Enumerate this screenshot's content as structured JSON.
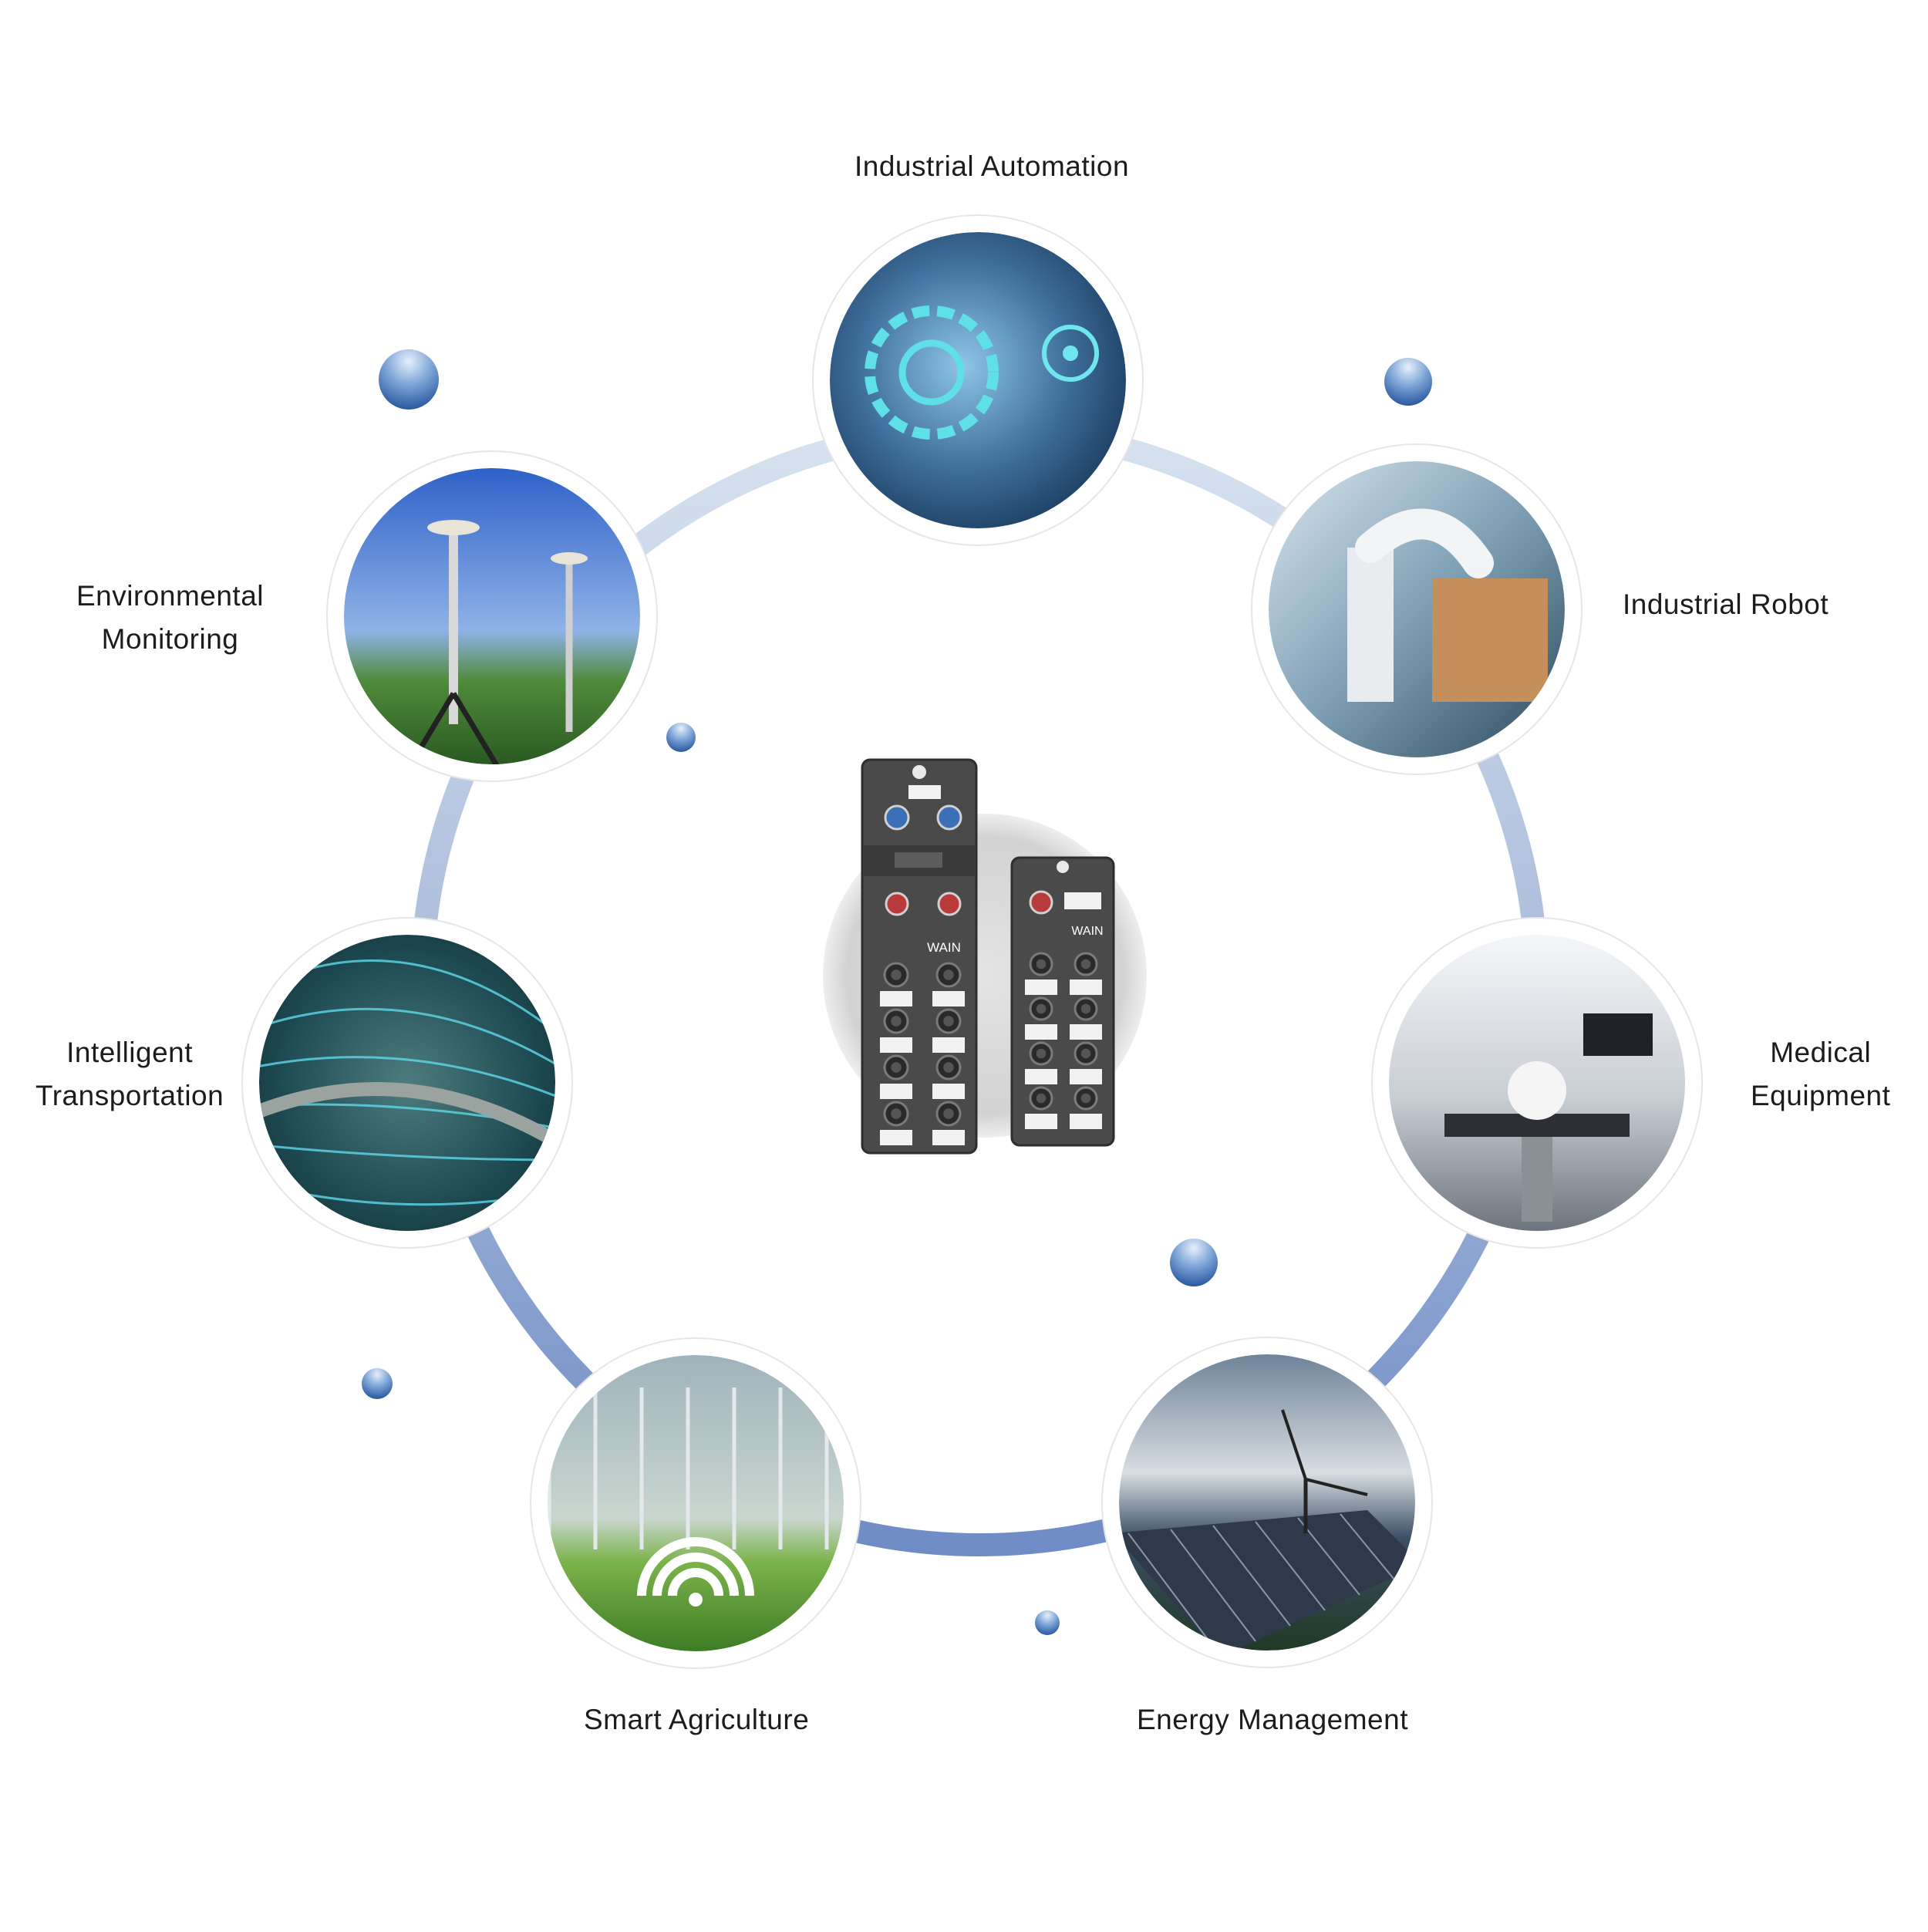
{
  "colors": {
    "ring": "#8aa2d0",
    "ring_light": "#cfdcec",
    "accent_dot": "#2e62a8",
    "accent_dot_light": "#c9dcf2",
    "device_body": "#4a4a4a",
    "label_text": "#1c1c1c"
  },
  "applications": [
    {
      "id": "industrial-automation",
      "lines": [
        "Industrial Automation"
      ],
      "icon": "gear-automation-photo"
    },
    {
      "id": "industrial-robot",
      "lines": [
        "Industrial Robot"
      ],
      "icon": "robot-arm-photo"
    },
    {
      "id": "medical-equipment",
      "lines": [
        "Medical",
        "Equipment"
      ],
      "icon": "surgical-robot-photo"
    },
    {
      "id": "energy-management",
      "lines": [
        "Energy Management"
      ],
      "icon": "wind-solar-photo"
    },
    {
      "id": "smart-agriculture",
      "lines": [
        "Smart Agriculture"
      ],
      "icon": "greenhouse-wifi-photo"
    },
    {
      "id": "intelligent-transportation",
      "lines": [
        "Intelligent",
        "Transportation"
      ],
      "icon": "highway-network-photo"
    },
    {
      "id": "environmental-monitoring",
      "lines": [
        "Environmental",
        "Monitoring"
      ],
      "icon": "weather-station-photo"
    }
  ],
  "product": {
    "brand_large": "WAIN",
    "brand_small": "WAIN"
  }
}
